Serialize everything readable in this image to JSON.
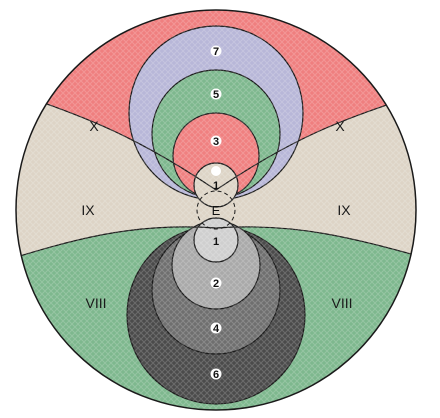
{
  "colors": {
    "red": "#ef7f7f",
    "red_inner": "#f08080",
    "lavender": "#b8b7d8",
    "green": "#7eb88e",
    "beige": "#ddd4c6",
    "gray_light": "#cfcfcf",
    "gray_mid": "#a9a9a9",
    "gray_dark": "#6f6f6f",
    "gray_darkest": "#4b4b4b",
    "outline": "#1a1a1a"
  },
  "regions": {
    "top_left": "X",
    "top_right": "X",
    "mid_left": "IX",
    "mid_right": "IX",
    "bottom_left": "VIII",
    "bottom_right": "VIII",
    "center": "E"
  },
  "upper_numbers": {
    "n7": "7",
    "n5": "5",
    "n3": "3",
    "n1": "1"
  },
  "lower_numbers": {
    "n1": "1",
    "n2": "2",
    "n4": "4",
    "n6": "6"
  }
}
